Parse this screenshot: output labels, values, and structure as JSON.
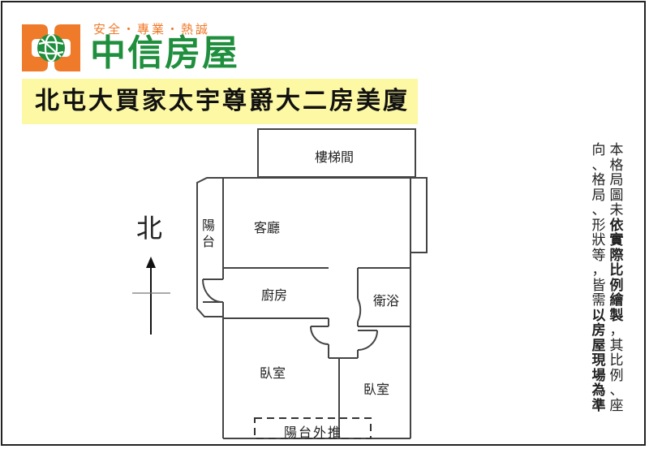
{
  "brand": {
    "slogan": "安全・專業・熱誠",
    "name": "中信房屋",
    "colors": {
      "orange": "#ee7a2a",
      "green": "#1f8f3e"
    }
  },
  "banner": {
    "title": "北屯大買家太宇尊爵大二房美廈",
    "background": "#fcf8a4"
  },
  "compass": {
    "label": "北",
    "icon": "north-arrow-icon"
  },
  "floor_plan": {
    "rooms": [
      {
        "id": "stairwell",
        "label": "樓梯間"
      },
      {
        "id": "living-room",
        "label": "客廳"
      },
      {
        "id": "balcony-left",
        "label": "陽台"
      },
      {
        "id": "kitchen",
        "label": "廚房"
      },
      {
        "id": "bathroom",
        "label": "衛浴"
      },
      {
        "id": "bedroom-1",
        "label": "臥室"
      },
      {
        "id": "bedroom-2",
        "label": "臥室"
      },
      {
        "id": "balcony-extension",
        "label": "陽台外推"
      }
    ]
  },
  "disclaimer": {
    "column1": "本格局圖未依實際比例繪製，其比例、座",
    "column2": "向、格局、形狀等，皆需以房屋現場為準",
    "column1_segments": [
      {
        "text": "本格局圖未",
        "bold": false
      },
      {
        "text": "依實際比例繪製",
        "bold": true
      },
      {
        "text": "，其比例、座",
        "bold": false
      }
    ],
    "column2_segments": [
      {
        "text": "向、格局、形狀等，皆需",
        "bold": false
      },
      {
        "text": "以房屋現場為準",
        "bold": true
      }
    ]
  }
}
